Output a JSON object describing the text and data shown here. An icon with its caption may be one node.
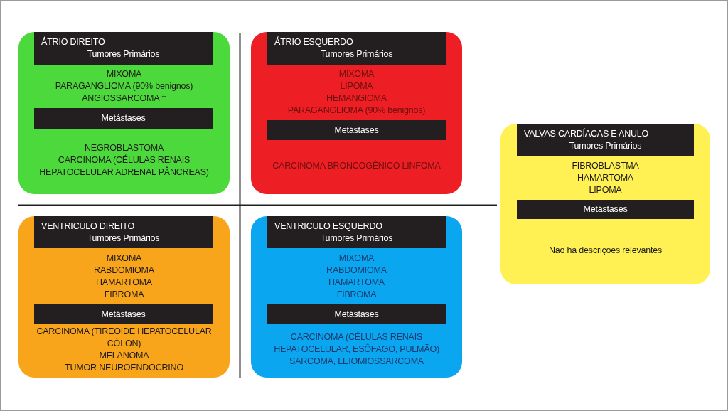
{
  "diagram": {
    "nodes": [
      {
        "text": [
          "MIXOMA",
          "PARAGANGLIOMA (90% benignos)",
          "ANGIOSSARCOMA †",
          "NEGROBLASTOMA",
          "CARCINOMA (CÉLULAS RENAIS HEPATOCELULAR ADRENAL PÂNCREAS)"
        ]
      },
      {
        "text": [
          "ÁTRIO DIREITO",
          "Tumores Primários"
        ],
        "in": 0
      },
      {
        "text": [
          "Metástases"
        ],
        "in": 0
      },
      {
        "text": [
          "MIXOMA",
          "LIPOMA",
          "HEMANGIOMA",
          "PARAGANGLIOMA (90% benignos)",
          "CARCINOMA BRONCOGÊNICO LINFOMA"
        ]
      },
      {
        "text": [
          "ÁTRIO ESQUERDO",
          "Tumores Primários"
        ],
        "in": 3
      },
      {
        "text": [
          "Metástases"
        ],
        "in": 3
      },
      {
        "text": [
          "FIBROBLASTMA",
          "HAMARTOMA",
          "LIPOMA",
          "Não há descrições relevantes"
        ]
      },
      {
        "text": [
          "VALVAS CARDÍACAS E ANULO",
          "Tumores Primários"
        ],
        "in": 6
      },
      {
        "text": [
          "Metástases"
        ],
        "in": 6
      },
      {
        "text": [
          "MIXOMA",
          "RABDOMIOMA",
          "HAMARTOMA",
          "FIBROMA",
          "CARCINOMA (TIREOIDE HEPATOCELULAR CÓLON)",
          "MELANOMA",
          "TUMOR NEUROENDOCRINO"
        ]
      },
      {
        "text": [
          "VENTRICULO DIREITO",
          "Tumores Primários"
        ],
        "in": 9
      },
      {
        "text": [
          "Metástases"
        ],
        "in": 9
      },
      {
        "text": [
          "MIXOMA",
          "RABDOMIOMA",
          "HAMARTOMA",
          "FIBROMA",
          "CARCINOMA (CÉLULAS RENAIS HEPATOCELULAR, ESÔFAGO, PULMÃO)",
          "SARCOMA, LEIOMIOSSARCOMA"
        ]
      },
      {
        "text": [
          "VENTRICULO ESQUERDO",
          "Tumores Primários"
        ],
        "in": 12
      },
      {
        "text": [
          "Metástases"
        ],
        "in": 12
      }
    ],
    "edges": []
  }
}
